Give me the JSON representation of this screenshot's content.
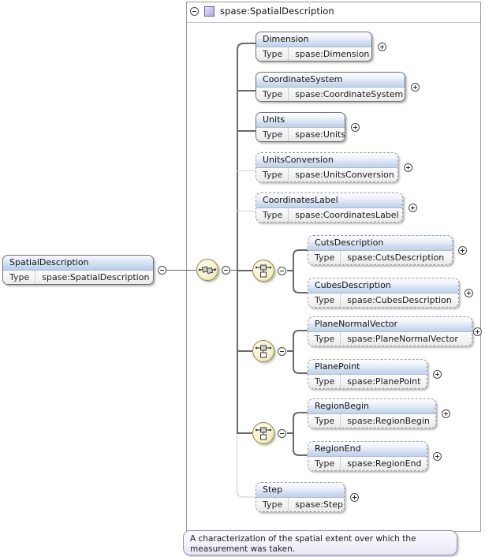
{
  "diagram": {
    "kind": "xml-schema-element-diagram",
    "root": {
      "name": "SpatialDescription",
      "type_label": "Type",
      "type_value": "spase:SpatialDescription",
      "collapse_icon": "minus-circle-icon"
    },
    "container": {
      "title": "spase:SpatialDescription",
      "collapse_icon": "minus-circle-icon",
      "type_glyph": "complex-type-icon"
    },
    "compositors": {
      "sequence_icon": "sequence-compositor-icon",
      "choice_icon": "choice-compositor-icon"
    },
    "type_label": "Type",
    "children": [
      {
        "name": "Dimension",
        "type": "spase:Dimension",
        "occurrence": "required",
        "expand": "plus-circle-icon"
      },
      {
        "name": "CoordinateSystem",
        "type": "spase:CoordinateSystem",
        "occurrence": "required",
        "expand": "plus-circle-icon"
      },
      {
        "name": "Units",
        "type": "spase:Units",
        "occurrence": "required",
        "expand": "plus-circle-icon"
      },
      {
        "name": "UnitsConversion",
        "type": "spase:UnitsConversion",
        "occurrence": "optional",
        "expand": "plus-circle-icon"
      },
      {
        "name": "CoordinatesLabel",
        "type": "spase:CoordinatesLabel",
        "occurrence": "optional",
        "expand": "plus-circle-icon"
      },
      {
        "name": "Step",
        "type": "spase:Step",
        "occurrence": "optional",
        "expand": "plus-circle-icon"
      }
    ],
    "choice_groups": [
      {
        "group": "cuts-cubes",
        "collapse_icon": "minus-circle-icon",
        "options": [
          {
            "name": "CutsDescription",
            "type": "spase:CutsDescription",
            "occurrence": "optional",
            "expand": "plus-circle-icon"
          },
          {
            "name": "CubesDescription",
            "type": "spase:CubesDescription",
            "occurrence": "optional",
            "expand": "plus-circle-icon"
          }
        ]
      },
      {
        "group": "plane",
        "collapse_icon": "minus-circle-icon",
        "options": [
          {
            "name": "PlaneNormalVector",
            "type": "spase:PlaneNormalVector",
            "occurrence": "optional",
            "expand": "plus-circle-icon"
          },
          {
            "name": "PlanePoint",
            "type": "spase:PlanePoint",
            "occurrence": "optional",
            "expand": "plus-circle-icon"
          }
        ]
      },
      {
        "group": "region",
        "collapse_icon": "minus-circle-icon",
        "options": [
          {
            "name": "RegionBegin",
            "type": "spase:RegionBegin",
            "occurrence": "optional",
            "expand": "plus-circle-icon"
          },
          {
            "name": "RegionEnd",
            "type": "spase:RegionEnd",
            "occurrence": "optional",
            "expand": "plus-circle-icon"
          }
        ]
      }
    ],
    "annotation": {
      "text": "A characterization of the spatial extent over which the measurement was taken."
    },
    "colors": {
      "header_gradient_top": "#fdfdff",
      "header_gradient_bottom": "#bed3ee",
      "body_gradient_bottom": "#e8e8e8",
      "compositor_fill": "#f6f2cc",
      "compositor_border": "#8d8a4e",
      "line_required": "#6a6a6a",
      "line_optional": "#d3d3d3",
      "container_border": "#9b9b9b",
      "annotation_bg": "#f3f1fa",
      "annotation_border": "#9a93b5",
      "complex_type_glyph": "#b3a6de"
    }
  }
}
